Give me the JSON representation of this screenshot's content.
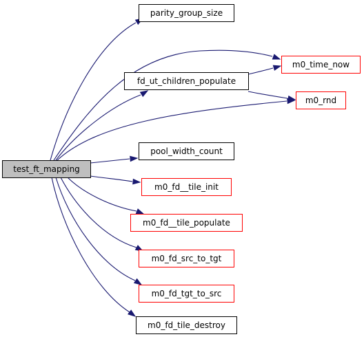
{
  "diagram": {
    "colors": {
      "edge": "#191970",
      "root_fill": "#bfbfbf",
      "default_border": "#000000",
      "external_border": "#ff0000",
      "node_fill": "#ffffff"
    },
    "nodes": [
      {
        "id": "test_ft_mapping",
        "label": "test_ft_mapping",
        "kind": "root"
      },
      {
        "id": "parity_group_size",
        "label": "parity_group_size",
        "kind": "default"
      },
      {
        "id": "m0_time_now",
        "label": "m0_time_now",
        "kind": "external"
      },
      {
        "id": "fd_ut_children_populate",
        "label": "fd_ut_children_populate",
        "kind": "default"
      },
      {
        "id": "m0_rnd",
        "label": "m0_rnd",
        "kind": "external"
      },
      {
        "id": "pool_width_count",
        "label": "pool_width_count",
        "kind": "default"
      },
      {
        "id": "m0_fd__tile_init",
        "label": "m0_fd__tile_init",
        "kind": "external"
      },
      {
        "id": "m0_fd__tile_populate",
        "label": "m0_fd__tile_populate",
        "kind": "external"
      },
      {
        "id": "m0_fd_src_to_tgt",
        "label": "m0_fd_src_to_tgt",
        "kind": "external"
      },
      {
        "id": "m0_fd_tgt_to_src",
        "label": "m0_fd_tgt_to_src",
        "kind": "external"
      },
      {
        "id": "m0_fd_tile_destroy",
        "label": "m0_fd_tile_destroy",
        "kind": "default"
      }
    ],
    "edges": [
      {
        "from": "test_ft_mapping",
        "to": "parity_group_size"
      },
      {
        "from": "test_ft_mapping",
        "to": "m0_time_now"
      },
      {
        "from": "test_ft_mapping",
        "to": "fd_ut_children_populate"
      },
      {
        "from": "test_ft_mapping",
        "to": "m0_rnd"
      },
      {
        "from": "test_ft_mapping",
        "to": "pool_width_count"
      },
      {
        "from": "test_ft_mapping",
        "to": "m0_fd__tile_init"
      },
      {
        "from": "test_ft_mapping",
        "to": "m0_fd__tile_populate"
      },
      {
        "from": "test_ft_mapping",
        "to": "m0_fd_src_to_tgt"
      },
      {
        "from": "test_ft_mapping",
        "to": "m0_fd_tgt_to_src"
      },
      {
        "from": "test_ft_mapping",
        "to": "m0_fd_tile_destroy"
      },
      {
        "from": "fd_ut_children_populate",
        "to": "m0_time_now"
      },
      {
        "from": "fd_ut_children_populate",
        "to": "m0_rnd"
      }
    ]
  }
}
